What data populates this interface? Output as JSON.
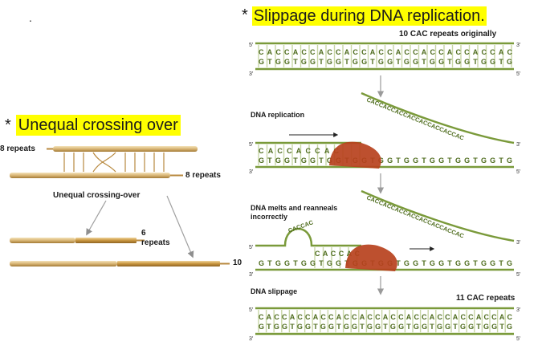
{
  "slide": {
    "dot": ".",
    "right_title": {
      "star": "*",
      "text": "Slippage during DNA replication."
    },
    "left_title": {
      "star": "*",
      "text": "Unequal crossing over"
    }
  },
  "left_panel": {
    "label_8_repeats_top": "8 repeats",
    "label_8_repeats_bottom": "8 repeats",
    "label_unequal": "Unequal crossing-over",
    "label_6": "6",
    "label_repeats": "repeats",
    "label_10": "10"
  },
  "right_panel": {
    "label_original": "10 CAC repeats originally",
    "label_replication": "DNA replication",
    "label_melts_1": "DNA melts and reanneals",
    "label_melts_2": "incorrectly",
    "label_slippage": "DNA slippage",
    "label_11": "11 CAC repeats",
    "strand_5p": "5′",
    "strand_3p": "3′",
    "seq_top": "CACCACCACCACCACCACCACCACCACCAC",
    "seq_bottom": "GTGGTGGTGGTGGTGGTGGTGGTGGTGGTG",
    "seq_top_11": "CACCACCACCACCACCACCACCACCACCACCAC",
    "seq_bottom_11": "GTGGTGGTGGTGGTGGTGGTGGTGGTGGTGGTG",
    "seq_new_short": "CACCACCAC",
    "seq_new_long": "CACCACCACCACCACCACCACCACC",
    "seq_loop": "CACCAC",
    "seq_peel_1": "CACCACCACCACCACCACCACCAC",
    "seq_peel_2": "CACCACCACCACCACCACCACCAC"
  },
  "colors": {
    "highlight": "#ffff00",
    "strand_green": "#7a9a3a",
    "strand_dark_green": "#4d6b1c",
    "polymerase": "#b7411d",
    "chromosome": "#d9b676",
    "chromosome_dark": "#b8893f",
    "arrow_gray": "#9a9a9a"
  }
}
